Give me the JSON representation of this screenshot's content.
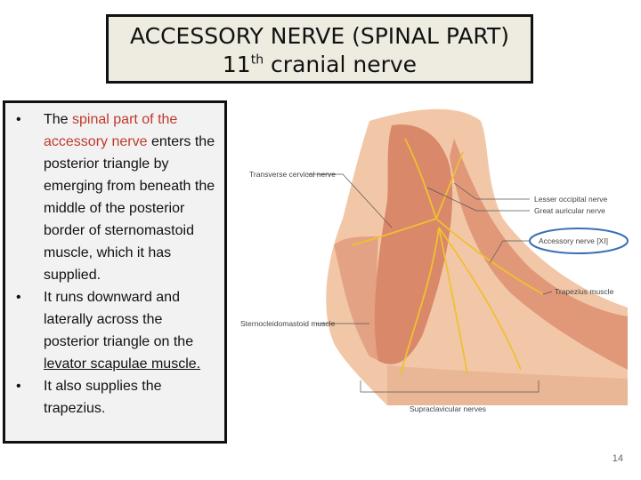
{
  "title": {
    "line1": "ACCESSORY NERVE (SPINAL PART)",
    "line2_prefix": "11",
    "line2_sup": "th",
    "line2_suffix": " cranial nerve"
  },
  "bullets": {
    "b1_pre": "The ",
    "b1_red": "spinal part of the accessory nerve",
    "b1_post": " enters the posterior triangle by emerging from beneath the  middle of the posterior border of sternomastoid muscle, which it has supplied.",
    "b2_pre": "It runs downward and laterally across the posterior triangle on the ",
    "b2_underlined": "levator scapulae muscle.",
    "b3": "It also supplies the trapezius."
  },
  "figure": {
    "labels": {
      "transverse_cervical": "Transverse cervical nerve",
      "lesser_occipital": "Lesser occipital nerve",
      "great_auricular": "Great auricular nerve",
      "accessory": "Accessory nerve [XI]",
      "trapezius": "Trapezius muscle",
      "sternocleidomastoid": "Sternocleidomastoid muscle",
      "supraclavicular": "Supraclavicular nerves"
    },
    "colors": {
      "muscle": "#d9886a",
      "skin": "#f2c7a8",
      "nerve": "#f0c030",
      "highlight": "#3a6fb5"
    }
  },
  "page": {
    "number": "14"
  }
}
